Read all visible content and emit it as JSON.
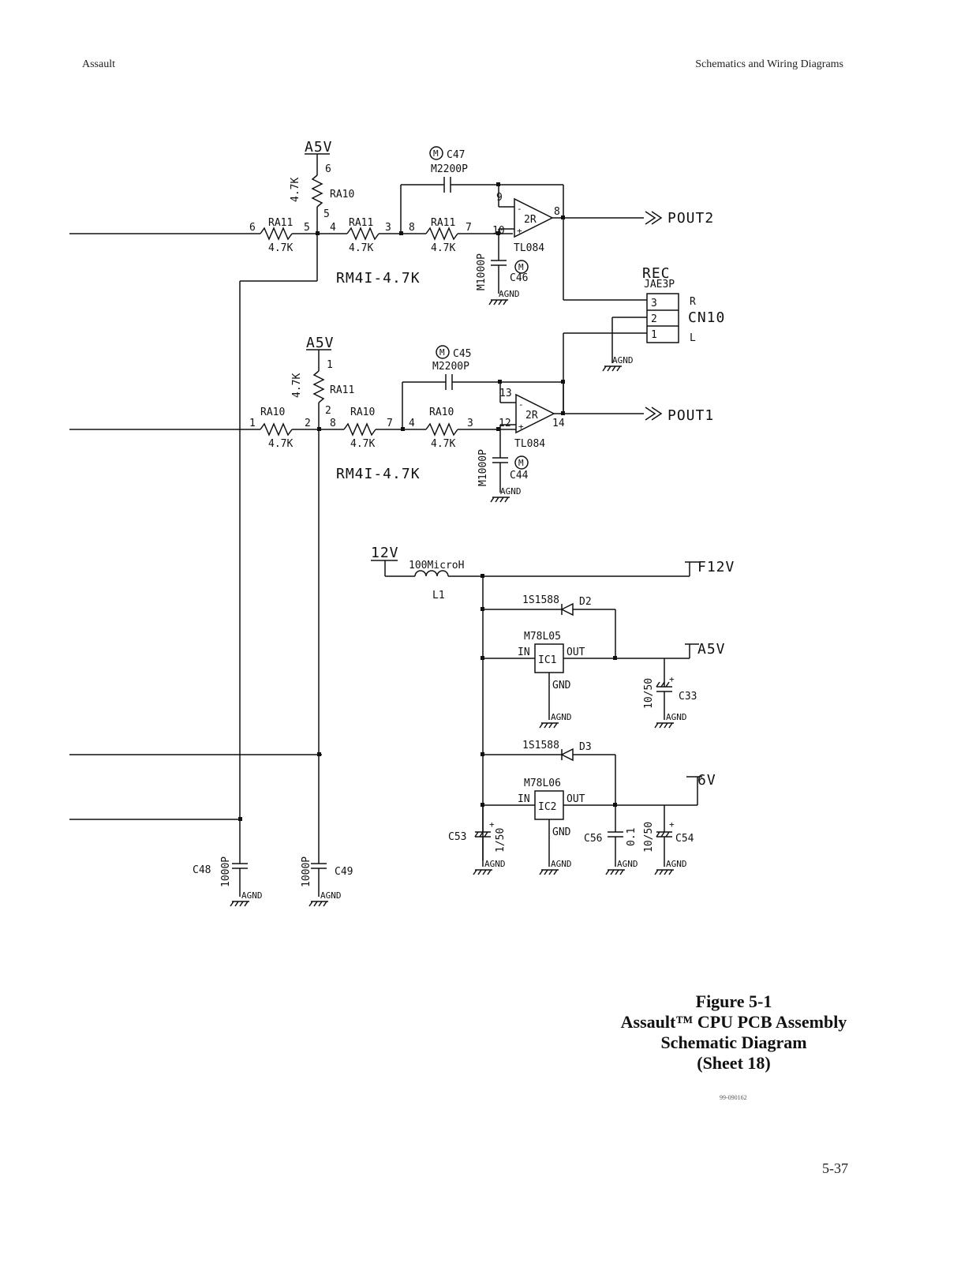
{
  "header": {
    "left": "Assault",
    "right": "Schematics and Wiring Diagrams"
  },
  "caption": {
    "line1": "Figure 5-1",
    "line2": "Assault™ CPU PCB Assembly",
    "line3": "Schematic Diagram",
    "line4": "(Sheet 18)"
  },
  "doc_number": "99-090162",
  "page_number": "5-37",
  "schematic": {
    "top": {
      "supply": "A5V",
      "r_pin_top": "6",
      "r_pin_bottom": "5",
      "r_value": "4.7K",
      "r_name": "RA10",
      "r1_name": "RA11",
      "r1_pin_left": "6",
      "r1_pin_right": "5",
      "r1_value": "4.7K",
      "r2_name": "RA11",
      "r2_pin_left": "4",
      "r2_pin_right": "3",
      "r2_value": "4.7K",
      "r3_name": "RA11",
      "r3_pin_left": "8",
      "r3_pin_right": "7",
      "r3_value": "4.7K",
      "array": "RM4I-4.7K",
      "cap_name": "C47",
      "cap_value": "M2200P",
      "op_in_neg": "9",
      "op_in_pos": "10",
      "op_out": "8",
      "op_label": "2R",
      "op_part": "TL084",
      "cap2_value": "M1000P",
      "cap2_name": "C46",
      "gnd": "AGND",
      "output": "POUT2"
    },
    "bottom": {
      "supply": "A5V",
      "r_pin_top": "1",
      "r_pin_bottom": "2",
      "r_value": "4.7K",
      "r_name": "RA11",
      "r1_name": "RA10",
      "r1_pin_left": "1",
      "r1_pin_right": "2",
      "r1_value": "4.7K",
      "r2_name": "RA10",
      "r2_pin_left": "8",
      "r2_pin_right": "7",
      "r2_value": "4.7K",
      "r3_name": "RA10",
      "r3_pin_left": "4",
      "r3_pin_right": "3",
      "r3_value": "4.7K",
      "array": "RM4I-4.7K",
      "cap_name": "C45",
      "cap_value": "M2200P",
      "op_in_neg": "13",
      "op_in_pos": "12",
      "op_out": "14",
      "op_label": "2R",
      "op_part": "TL084",
      "cap2_value": "M1000P",
      "cap2_name": "C44",
      "gnd": "AGND",
      "output": "POUT1"
    },
    "connector": {
      "label1": "REC",
      "label2": "JAE3P",
      "name": "CN10",
      "pins": [
        "3",
        "2",
        "1"
      ],
      "r": "R",
      "l": "L",
      "gnd": "AGND"
    },
    "power": {
      "in": "12V",
      "inductor_value": "100MicroH",
      "inductor_name": "L1",
      "f12v": "F12V",
      "d2_part": "1S1588",
      "d2_name": "D2",
      "ic1_part": "M78L05",
      "ic1_name": "IC1",
      "in_lbl": "IN",
      "out_lbl": "OUT",
      "gnd_lbl": "GND",
      "a5v": "A5V",
      "c33_value": "10/50",
      "c33_name": "C33",
      "d3_part": "1S1588",
      "d3_name": "D3",
      "ic2_part": "M78L06",
      "ic2_name": "IC2",
      "r6v": "6V",
      "c53_name": "C53",
      "c53_value": "1/50",
      "c56_name": "C56",
      "c56_value": "0.1",
      "c54_value": "10/50",
      "c54_name": "C54",
      "gnd": "AGND"
    },
    "bypass": {
      "c48_name": "C48",
      "c48_value": "1000P",
      "c49_name": "C49",
      "c49_value": "1000P",
      "gnd": "AGND"
    }
  }
}
